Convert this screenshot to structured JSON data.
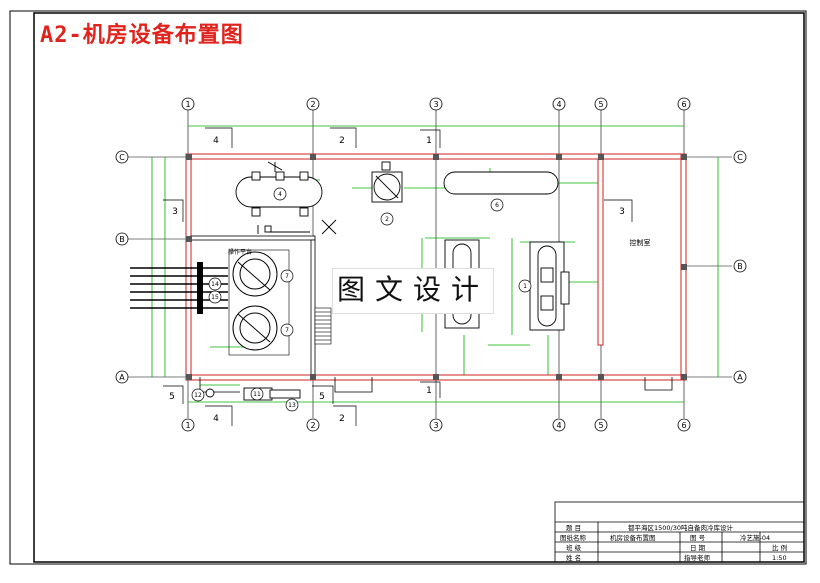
{
  "title": "A2-机房设备布置图",
  "watermark": "图文设计",
  "axes_cols": [
    "1",
    "2",
    "3",
    "4",
    "5",
    "6"
  ],
  "axes_rows": [
    "C",
    "B",
    "A"
  ],
  "rooms": {
    "control": "控制室",
    "platform": "操作平台"
  },
  "side_labels": {
    "top_left": "4",
    "top_mid": "2",
    "top_center": "1",
    "left_upper": "3",
    "right_upper": "3",
    "bottom_left1": "5",
    "bottom_left2": "4",
    "bottom_mid1": "5",
    "bottom_mid2": "2",
    "bottom_center": "1"
  },
  "equipment_tags": [
    "4",
    "2",
    "6",
    "1",
    "7",
    "7",
    "14",
    "15",
    "12",
    "11",
    "13"
  ],
  "title_block": {
    "r1_label": "题 目",
    "r1_value": "都平海区1500/30吨自备肉冷库设计",
    "r2_label": "图纸名称",
    "r2_value": "机房设备布置图",
    "r2_label2": "图 号",
    "r2_value2": "冷艺施-04",
    "r3_label": "班 级",
    "r3_label2": "日 期",
    "r3_label3": "比 例",
    "r4_label": "姓 名",
    "r4_label2": "指导老师",
    "r4_value3": "1:50"
  },
  "colors": {
    "title": "#e0231d",
    "dim": "#00b000",
    "wall": "#cc2222",
    "line": "#000000"
  }
}
